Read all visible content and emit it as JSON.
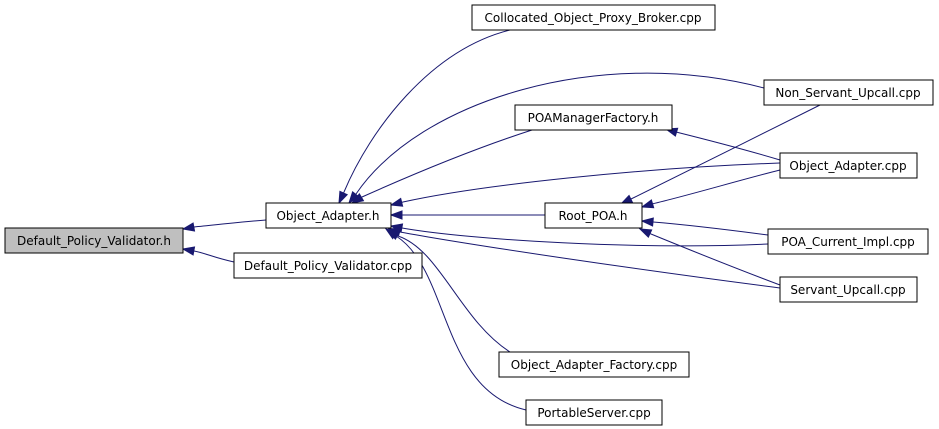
{
  "graph": {
    "edge_color": "#191970",
    "nodes": [
      {
        "id": "dpv_h",
        "label": "Default_Policy_Validator.h",
        "fill": "#bfbfbf",
        "border": "#000000",
        "highlight": "current"
      },
      {
        "id": "oa_h",
        "label": "Object_Adapter.h",
        "fill": "#ffffff",
        "border": "#000000"
      },
      {
        "id": "dpv_cpp",
        "label": "Default_Policy_Validator.cpp",
        "fill": "#ffffff",
        "border": "#000000"
      },
      {
        "id": "cop",
        "label": "Collocated_Object_Proxy_Broker.cpp",
        "fill": "#ffffff",
        "border": "#000000"
      },
      {
        "id": "pmf",
        "label": "POAManagerFactory.h",
        "fill": "#ffffff",
        "border": "#ff0000"
      },
      {
        "id": "rpoa",
        "label": "Root_POA.h",
        "fill": "#ffffff",
        "border": "#ff0000"
      },
      {
        "id": "oaf",
        "label": "Object_Adapter_Factory.cpp",
        "fill": "#ffffff",
        "border": "#000000"
      },
      {
        "id": "ps",
        "label": "PortableServer.cpp",
        "fill": "#ffffff",
        "border": "#000000"
      },
      {
        "id": "nsu",
        "label": "Non_Servant_Upcall.cpp",
        "fill": "#ffffff",
        "border": "#000000"
      },
      {
        "id": "oacpp",
        "label": "Object_Adapter.cpp",
        "fill": "#ffffff",
        "border": "#000000"
      },
      {
        "id": "pci",
        "label": "POA_Current_Impl.cpp",
        "fill": "#ffffff",
        "border": "#000000"
      },
      {
        "id": "su",
        "label": "Servant_Upcall.cpp",
        "fill": "#ffffff",
        "border": "#000000"
      }
    ],
    "edges": [
      {
        "from": "oa_h",
        "to": "dpv_h"
      },
      {
        "from": "dpv_cpp",
        "to": "dpv_h"
      },
      {
        "from": "cop",
        "to": "oa_h"
      },
      {
        "from": "nsu",
        "to": "oa_h"
      },
      {
        "from": "pmf",
        "to": "oa_h"
      },
      {
        "from": "oacpp",
        "to": "oa_h"
      },
      {
        "from": "rpoa",
        "to": "oa_h"
      },
      {
        "from": "pci",
        "to": "oa_h"
      },
      {
        "from": "su",
        "to": "oa_h"
      },
      {
        "from": "oaf",
        "to": "oa_h"
      },
      {
        "from": "ps",
        "to": "oa_h"
      },
      {
        "from": "oacpp",
        "to": "pmf"
      },
      {
        "from": "nsu",
        "to": "rpoa"
      },
      {
        "from": "oacpp",
        "to": "rpoa"
      },
      {
        "from": "pci",
        "to": "rpoa"
      },
      {
        "from": "su",
        "to": "rpoa"
      }
    ]
  }
}
